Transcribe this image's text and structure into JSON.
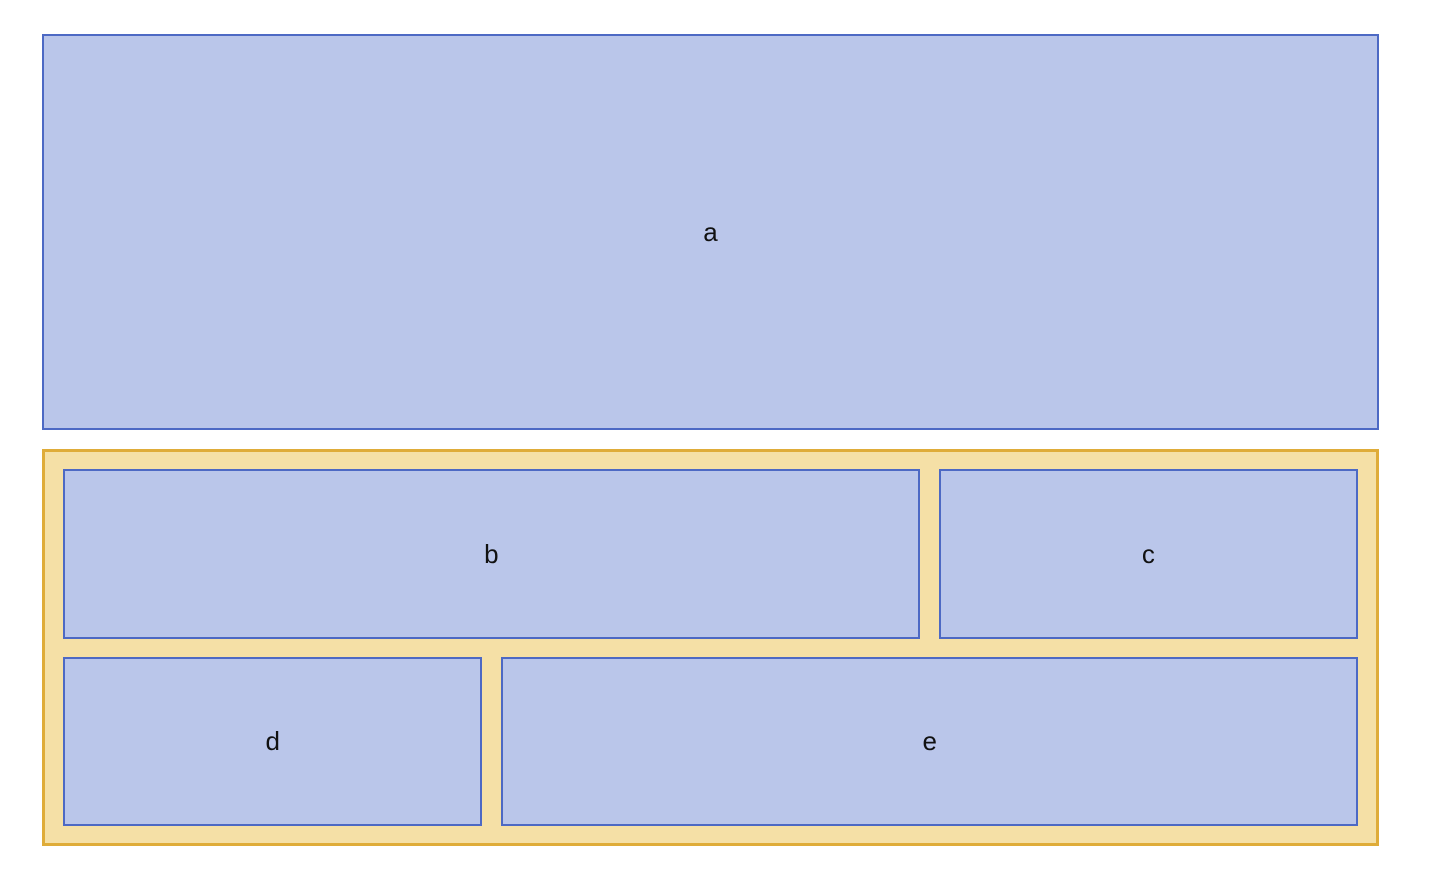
{
  "diagram": {
    "description": "Nested layout diagram with one full-width box on top and a group container of four boxes in two rows",
    "boxes": {
      "a": {
        "label": "a"
      },
      "b": {
        "label": "b"
      },
      "c": {
        "label": "c"
      },
      "d": {
        "label": "d"
      },
      "e": {
        "label": "e"
      }
    }
  },
  "colors": {
    "box_fill": "#bac6ea",
    "box_border": "#4d69c4",
    "group_fill": "#f5e0a6",
    "group_border": "#dfac39",
    "label_color": "#111111",
    "page_background": "#ffffff"
  }
}
